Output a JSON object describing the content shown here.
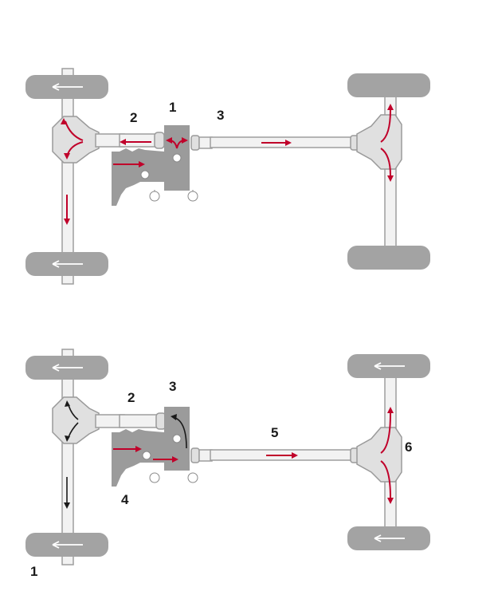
{
  "diagram": {
    "top": {
      "labels": [
        "1",
        "2",
        "3"
      ]
    },
    "bottom": {
      "labels": [
        "1",
        "2",
        "3",
        "4",
        "5",
        "6"
      ]
    },
    "colors": {
      "tire": "#a3a3a3",
      "housing": "#9b9b9b",
      "shaft": "#f2f2f2",
      "flow_arrow": "#c0002a",
      "black_arrow": "#1a1a1a"
    },
    "icons": [
      "direction-arrow-icon",
      "power-flow-arrow-icon"
    ]
  }
}
